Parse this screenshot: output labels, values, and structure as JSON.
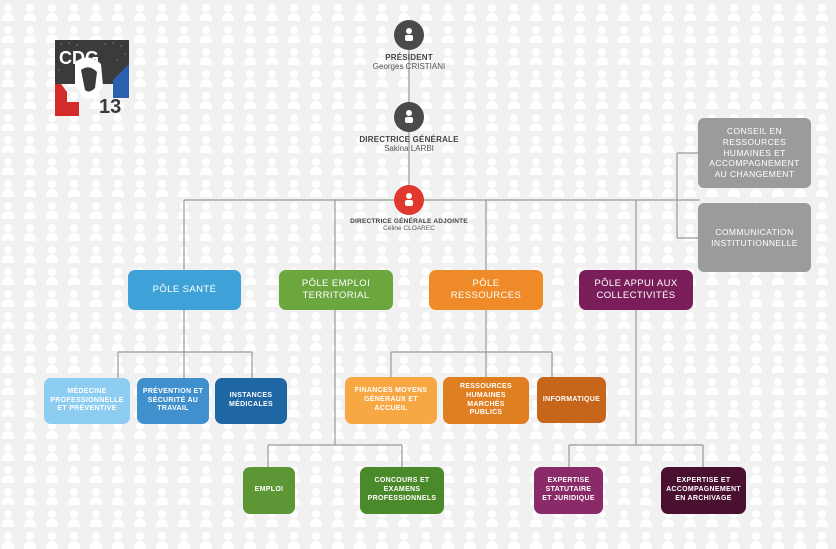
{
  "colors": {
    "background": "#f1f1f1",
    "silhouette": "#ffffff",
    "line": "#9a9a9a",
    "avatar_dark": "#4a4a4a",
    "avatar_red": "#e0382e",
    "blue": "#3ea2d8",
    "green": "#6ca63f",
    "orange": "#ee8a27",
    "purple": "#7a1e5a",
    "grey": "#9b9b9b"
  },
  "logo": {
    "text": "CDG",
    "number": "13"
  },
  "president": {
    "title": "PRÉSIDENT",
    "name": "Georges CRISTIANI"
  },
  "dg": {
    "title": "DIRECTRICE GÉNÉRALE",
    "name": "Sakina LARBI"
  },
  "dga": {
    "title": "DIRECTRICE GÉNÉRALE ADJOINTE",
    "name": "Céline CLOAREC"
  },
  "side": {
    "conseil": "CONSEIL EN RESSOURCES HUMAINES ET ACCOMPAGNEMENT AU CHANGEMENT",
    "communication": "COMMUNICATION INSTITUTIONNELLE"
  },
  "poles": {
    "sante": "PÔLE SANTÉ",
    "emploi": "PÔLE EMPLOI TERRITORIAL",
    "ressources": "PÔLE RESSOURCES",
    "appui": "PÔLE APPUI AUX COLLECTIVITÉS"
  },
  "services": {
    "medecine": "MÉDECINE PROFESSIONNELLE ET PRÉVENTIVE",
    "prevention": "PRÉVENTION ET SÉCURITÉ AU TRAVAIL",
    "instances": "INSTANCES MÉDICALES",
    "finances": "FINANCES MOYENS GÉNÉRAUX ET ACCUEIL",
    "rh": "RESSOURCES HUMAINES MARCHÉS PUBLICS",
    "informatique": "INFORMATIQUE",
    "emploi": "EMPLOI",
    "concours": "CONCOURS ET EXAMENS PROFESSIONNELS",
    "expertise": "EXPERTISE STATUTAIRE ET JURIDIQUE",
    "archivage": "EXPERTISE ET ACCOMPAGNEMENT EN ARCHIVAGE"
  }
}
